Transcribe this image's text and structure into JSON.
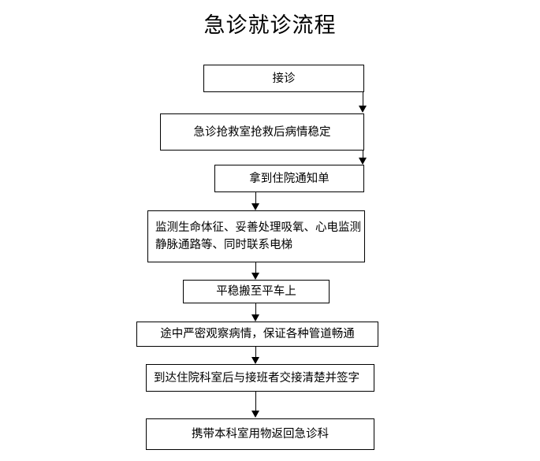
{
  "title": "急诊就诊流程",
  "colors": {
    "background": "#ffffff",
    "line": "#000000",
    "text": "#000000",
    "node_fill": "#ffffff"
  },
  "flow": {
    "orientation": "top-to-bottom",
    "nodes": [
      {
        "id": "node-1",
        "label": "接诊"
      },
      {
        "id": "node-2",
        "label": "急诊抢救室抢救后病情稳定"
      },
      {
        "id": "node-3",
        "label": "拿到住院通知单"
      },
      {
        "id": "node-4",
        "label": "监测生命体征、妥善处理吸氧、心电监测\n静脉通路等、同时联系电梯"
      },
      {
        "id": "node-5",
        "label": "平稳搬至平车上"
      },
      {
        "id": "node-6",
        "label": "途中严密观察病情，保证各种管道畅通"
      },
      {
        "id": "node-7",
        "label": "到达住院科室后与接班者交接清楚并签字"
      },
      {
        "id": "node-8",
        "label": "携带本科室用物返回急诊科"
      }
    ],
    "edges": [
      {
        "id": "arrow-1",
        "from": "node-1",
        "to": "node-2"
      },
      {
        "id": "arrow-2",
        "from": "node-2",
        "to": "node-3"
      },
      {
        "id": "arrow-3",
        "from": "node-3",
        "to": "node-4"
      },
      {
        "id": "arrow-4",
        "from": "node-4",
        "to": "node-5"
      },
      {
        "id": "arrow-5",
        "from": "node-5",
        "to": "node-6"
      },
      {
        "id": "arrow-6",
        "from": "node-6",
        "to": "node-7"
      },
      {
        "id": "arrow-7",
        "from": "node-7",
        "to": "node-8"
      }
    ]
  }
}
